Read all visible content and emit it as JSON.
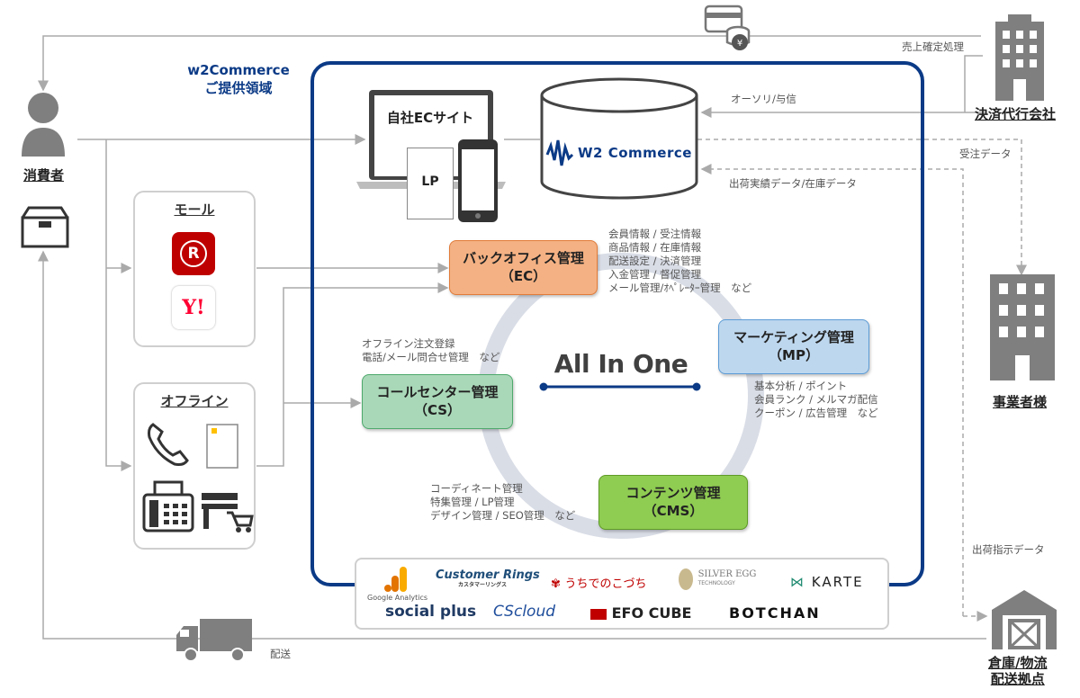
{
  "region_title": {
    "line1": "w2Commerce",
    "line2": "ご提供領域"
  },
  "actors": {
    "consumer": "消費者",
    "payment_agency": "決済代行会社",
    "business": "事業者様",
    "warehouse": {
      "line1": "倉庫/物流",
      "line2": "配送拠点"
    }
  },
  "channels": {
    "own_site": "自社ECサイト",
    "lp": "LP",
    "mall": "モール",
    "offline": "オフライン"
  },
  "core_logo": "W2 Commerce",
  "center_label": "All In One",
  "flows": {
    "sales_confirm": "売上確定処理",
    "authorization": "オーソリ/与信",
    "order_data": "受注データ",
    "shipment_data": "出荷実績データ/在庫データ",
    "shipping_instruction": "出荷指示データ",
    "delivery": "配送"
  },
  "modules": {
    "ec": {
      "title": "バックオフィス管理",
      "sub": "（EC）",
      "notes": [
        "会員情報 / 受注情報",
        "商品情報 / 在庫情報",
        "配送設定 / 決済管理",
        "入金管理 / 督促管理",
        "メール管理/ｵﾍﾟﾚｰﾀｰ管理　など"
      ]
    },
    "mp": {
      "title": "マーケティング管理",
      "sub": "（MP）",
      "notes": [
        "基本分析 / ポイント",
        "会員ランク / メルマガ配信",
        "クーポン / 広告管理　など"
      ]
    },
    "cs": {
      "title": "コールセンター管理",
      "sub": "（CS）",
      "notes": [
        "オフライン注文登録",
        "電話/メール問合せ管理　など"
      ]
    },
    "cms": {
      "title": "コンテンツ管理",
      "sub": "（CMS）",
      "notes": [
        "コーディネート管理",
        "特集管理 / LP管理",
        "デザイン管理 / SEO管理　など"
      ]
    }
  },
  "partners": {
    "google_analytics": "Google Analytics",
    "customer_rings": "Customer Rings",
    "customer_rings_sub": "カスタマーリングス",
    "uchideno": "うちでのこづち",
    "silver_egg": "SILVER EGG",
    "silver_egg_sub": "TECHNOLOGY",
    "karte": "KARTE",
    "social_plus": "social plus",
    "cscloud": "CScloud",
    "efo_cube": "EFO CUBE",
    "botchan": "BOTCHAN"
  },
  "colors": {
    "navy": "#0b3a86",
    "ec": "#f4b183",
    "mp": "#bdd7ee",
    "cs": "#a9d8b8",
    "cms": "#8fcc52",
    "building": "#7f7f7f"
  }
}
